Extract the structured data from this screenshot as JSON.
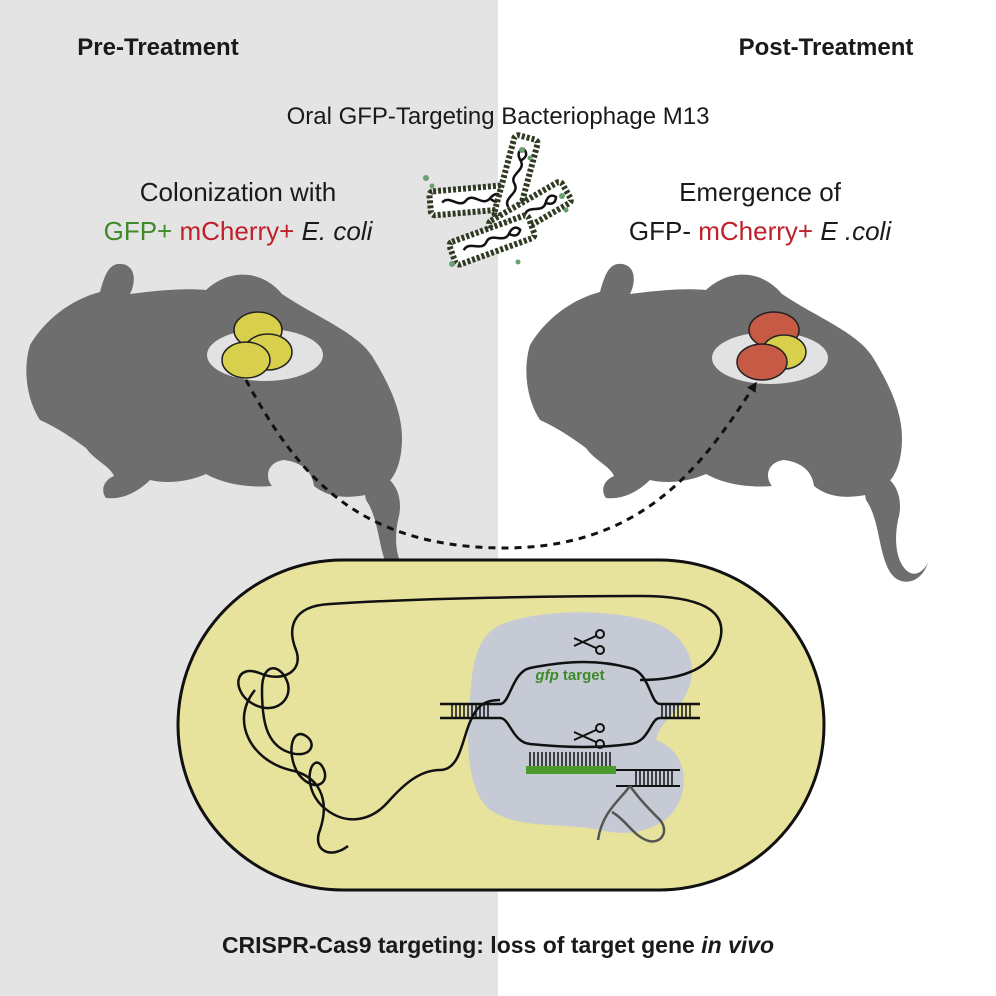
{
  "headings": {
    "pre_treatment": "Pre-Treatment",
    "post_treatment": "Post-Treatment"
  },
  "phage": {
    "label": "Oral GFP-Targeting Bacteriophage M13"
  },
  "left_caption": {
    "line1": "Colonization with",
    "gfp_plus": "GFP+",
    "mcherry_plus": "mCherry+",
    "species": "E. coli"
  },
  "right_caption": {
    "line1": "Emergence of",
    "gfp_minus": "GFP-",
    "mcherry_plus": "mCherry+",
    "species": "E .coli"
  },
  "bacterium": {
    "gfp_word": "gfp",
    "target_word": "target"
  },
  "footer": {
    "main": "CRISPR-Cas9 targeting: loss of target gene",
    "italic": "in vivo"
  },
  "colors": {
    "left_panel_bg": "#e4e4e4",
    "right_panel_bg": "#ffffff",
    "mouse": "#6e6e6e",
    "gfp_green": "#3f8a2a",
    "mcherry_red": "#c0202a",
    "bacteria_yellow": "#d9cf4a",
    "bacteria_red": "#c65a44",
    "cell_fill": "#e8e39c",
    "nucleoid_blue": "#c6cad4",
    "grna_green": "#4a9a2c"
  },
  "icons": [
    "mouse-silhouette",
    "phage-particle",
    "scissors-icon",
    "dashed-arrow"
  ]
}
